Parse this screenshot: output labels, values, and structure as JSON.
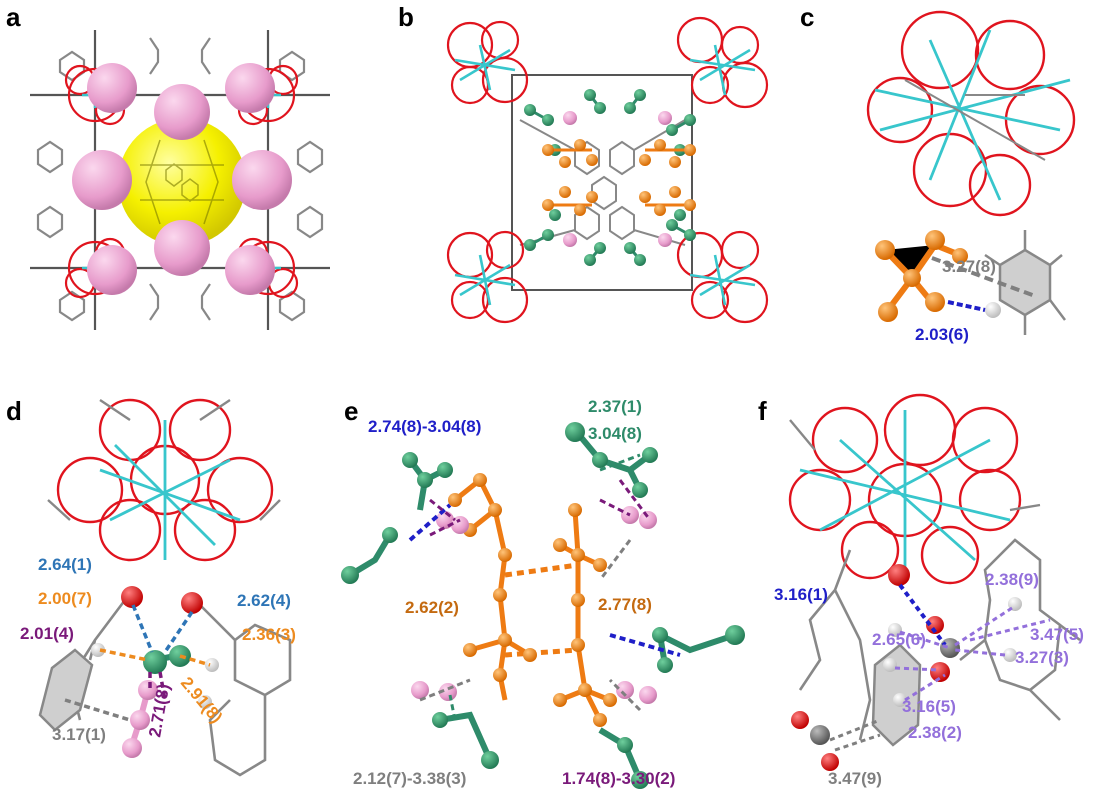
{
  "panels": [
    {
      "id": "a",
      "label": "a"
    },
    {
      "id": "b",
      "label": "b"
    },
    {
      "id": "c",
      "label": "c"
    },
    {
      "id": "d",
      "label": "d"
    },
    {
      "id": "e",
      "label": "e"
    },
    {
      "id": "f",
      "label": "f"
    }
  ],
  "measurements": {
    "c": [
      {
        "text": "3.27(8)",
        "color": "#7f7f7f"
      },
      {
        "text": "2.03(6)",
        "color": "#1f1fc8"
      }
    ],
    "d": [
      {
        "text": "2.64(1)",
        "color": "#2e75b6"
      },
      {
        "text": "2.00(7)",
        "color": "#ed8b1f"
      },
      {
        "text": "2.01(4)",
        "color": "#7a1a7a"
      },
      {
        "text": "2.62(4)",
        "color": "#2e75b6"
      },
      {
        "text": "2.36(3)",
        "color": "#ed8b1f"
      },
      {
        "text": "2.91(8)",
        "color": "#ed8b1f"
      },
      {
        "text": "2.71(8)",
        "color": "#7a1a7a"
      },
      {
        "text": "3.17(1)",
        "color": "#7f7f7f"
      }
    ],
    "e": [
      {
        "text": "2.74(8)-3.04(8)",
        "color": "#1f1fc8"
      },
      {
        "text": "2.37(1)",
        "color": "#2e8b6a"
      },
      {
        "text": "3.04(8)",
        "color": "#2e8b6a"
      },
      {
        "text": "2.62(2)",
        "color": "#c46a10"
      },
      {
        "text": "2.77(8)",
        "color": "#c46a10"
      },
      {
        "text": "2.12(7)-3.38(3)",
        "color": "#7f7f7f"
      },
      {
        "text": "1.74(8)-3.30(2)",
        "color": "#7a1a7a"
      }
    ],
    "f": [
      {
        "text": "3.16(1)",
        "color": "#1f1fc8"
      },
      {
        "text": "2.38(9)",
        "color": "#9370db"
      },
      {
        "text": "2.65(6)",
        "color": "#9370db"
      },
      {
        "text": "3.47(5)",
        "color": "#9370db"
      },
      {
        "text": "3.27(3)",
        "color": "#9370db"
      },
      {
        "text": "3.16(5)",
        "color": "#9370db"
      },
      {
        "text": "2.38(2)",
        "color": "#9370db"
      },
      {
        "text": "3.47(9)",
        "color": "#7f7f7f"
      }
    ]
  },
  "colors": {
    "oxygen": "#e0141e",
    "zirconium": "#38c6cc",
    "carbon": "#808080",
    "pore_large": "#ffff1e",
    "pore_small": "#f2a2d4",
    "guest_orange": "#ee7b13",
    "guest_green": "#2e8b6a",
    "guest_pink": "#f0a8d8",
    "hydrogen": "#f2f2f2"
  }
}
